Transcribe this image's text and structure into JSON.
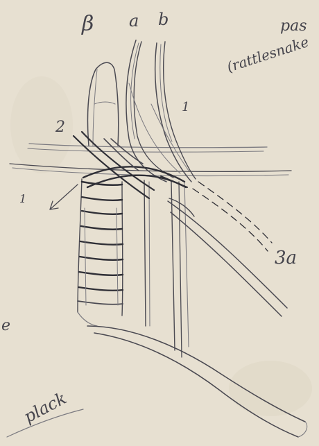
{
  "page": {
    "background": "#e7e0d1",
    "pencil_color": "#4b4a52"
  },
  "labels": {
    "beta": "β",
    "a": "a",
    "b": "b",
    "two": "2",
    "one_right": "1",
    "one_left": "1",
    "three_a": "3a",
    "pas": "pas",
    "rattlesnake": "(rattlesnake",
    "margin_fragment": "e",
    "bottom_word": "plack"
  }
}
